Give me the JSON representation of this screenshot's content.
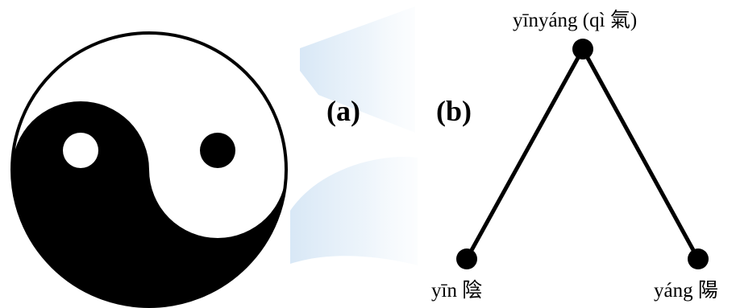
{
  "panels": {
    "a_label": "(a)",
    "b_label": "(b)"
  },
  "tree": {
    "root_label": "yīnyáng (qì 氣)",
    "left_leaf_label": "yīn 陰",
    "right_leaf_label": "yáng 陽"
  },
  "colors": {
    "ink": "#000000",
    "paper": "#ffffff",
    "watermark": "#c9ddf0"
  },
  "icons": {
    "panel_a": "yin-yang-symbol",
    "panel_b": "tree-diagram"
  }
}
